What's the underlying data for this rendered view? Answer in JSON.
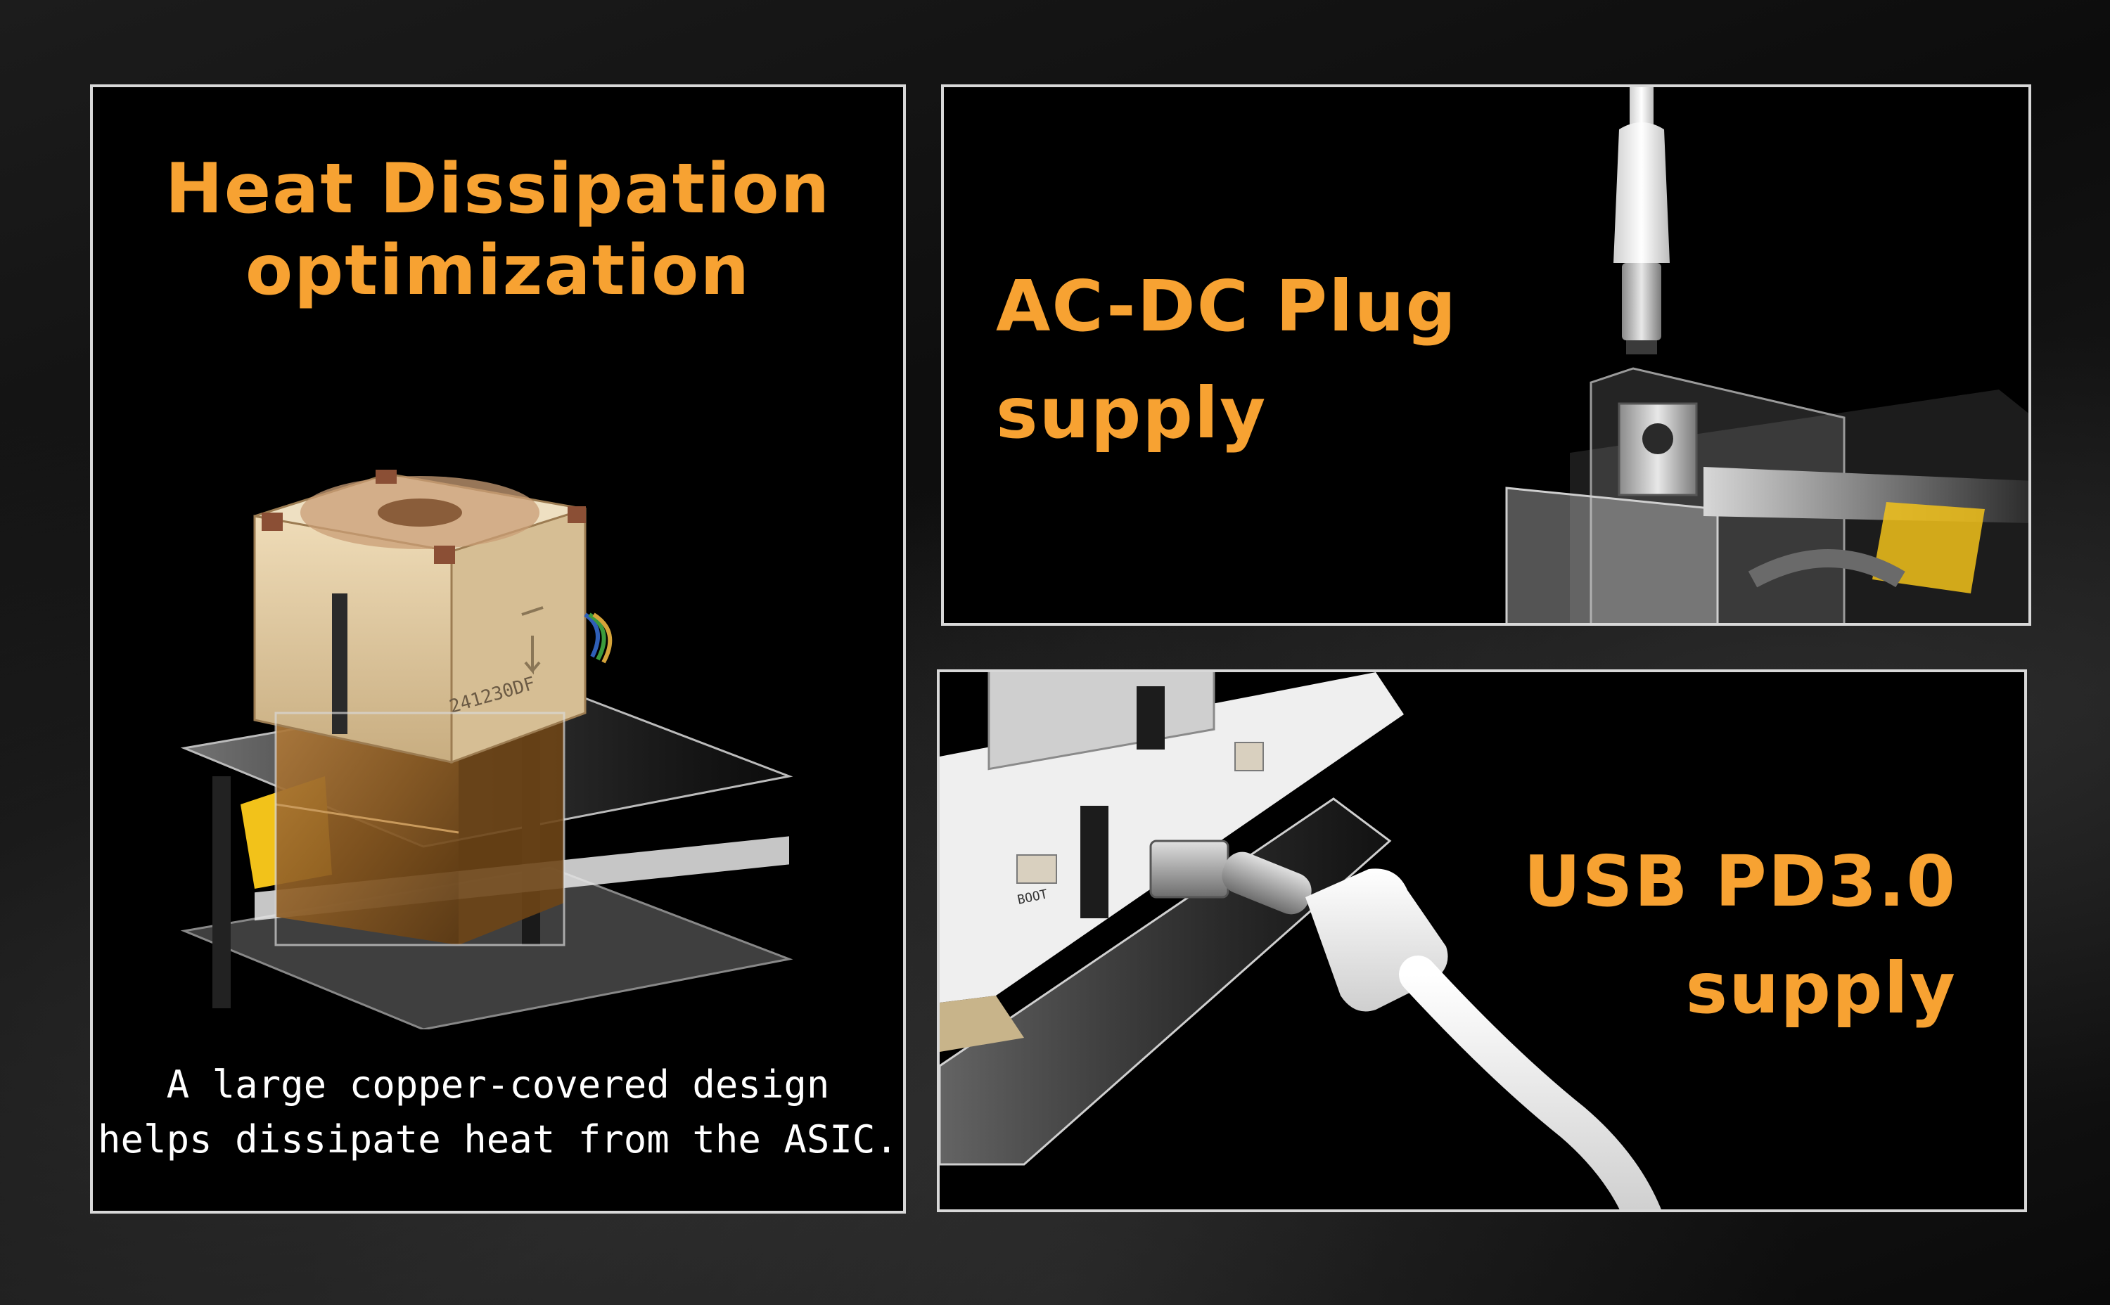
{
  "panels": {
    "heat": {
      "title_line1": "Heat Dissipation",
      "title_line2": "optimization",
      "desc_line1": "A large copper-covered design",
      "desc_line2": "helps dissipate heat from the ASIC.",
      "fan_label": "241230DF",
      "image": "fan-over-copper-heatsink"
    },
    "acdc": {
      "title_line1": "AC-DC Plug",
      "title_line2": "supply",
      "image": "dc-barrel-plug-into-board"
    },
    "usb": {
      "title_line1": "USB PD3.0",
      "title_line2": "supply",
      "board_label": "BOOT",
      "image": "usb-c-cable-into-board"
    }
  },
  "colors": {
    "accent": "#f7a232",
    "panel_bg": "#000000",
    "panel_border": "#d8d8d8",
    "text": "#ffffff"
  }
}
